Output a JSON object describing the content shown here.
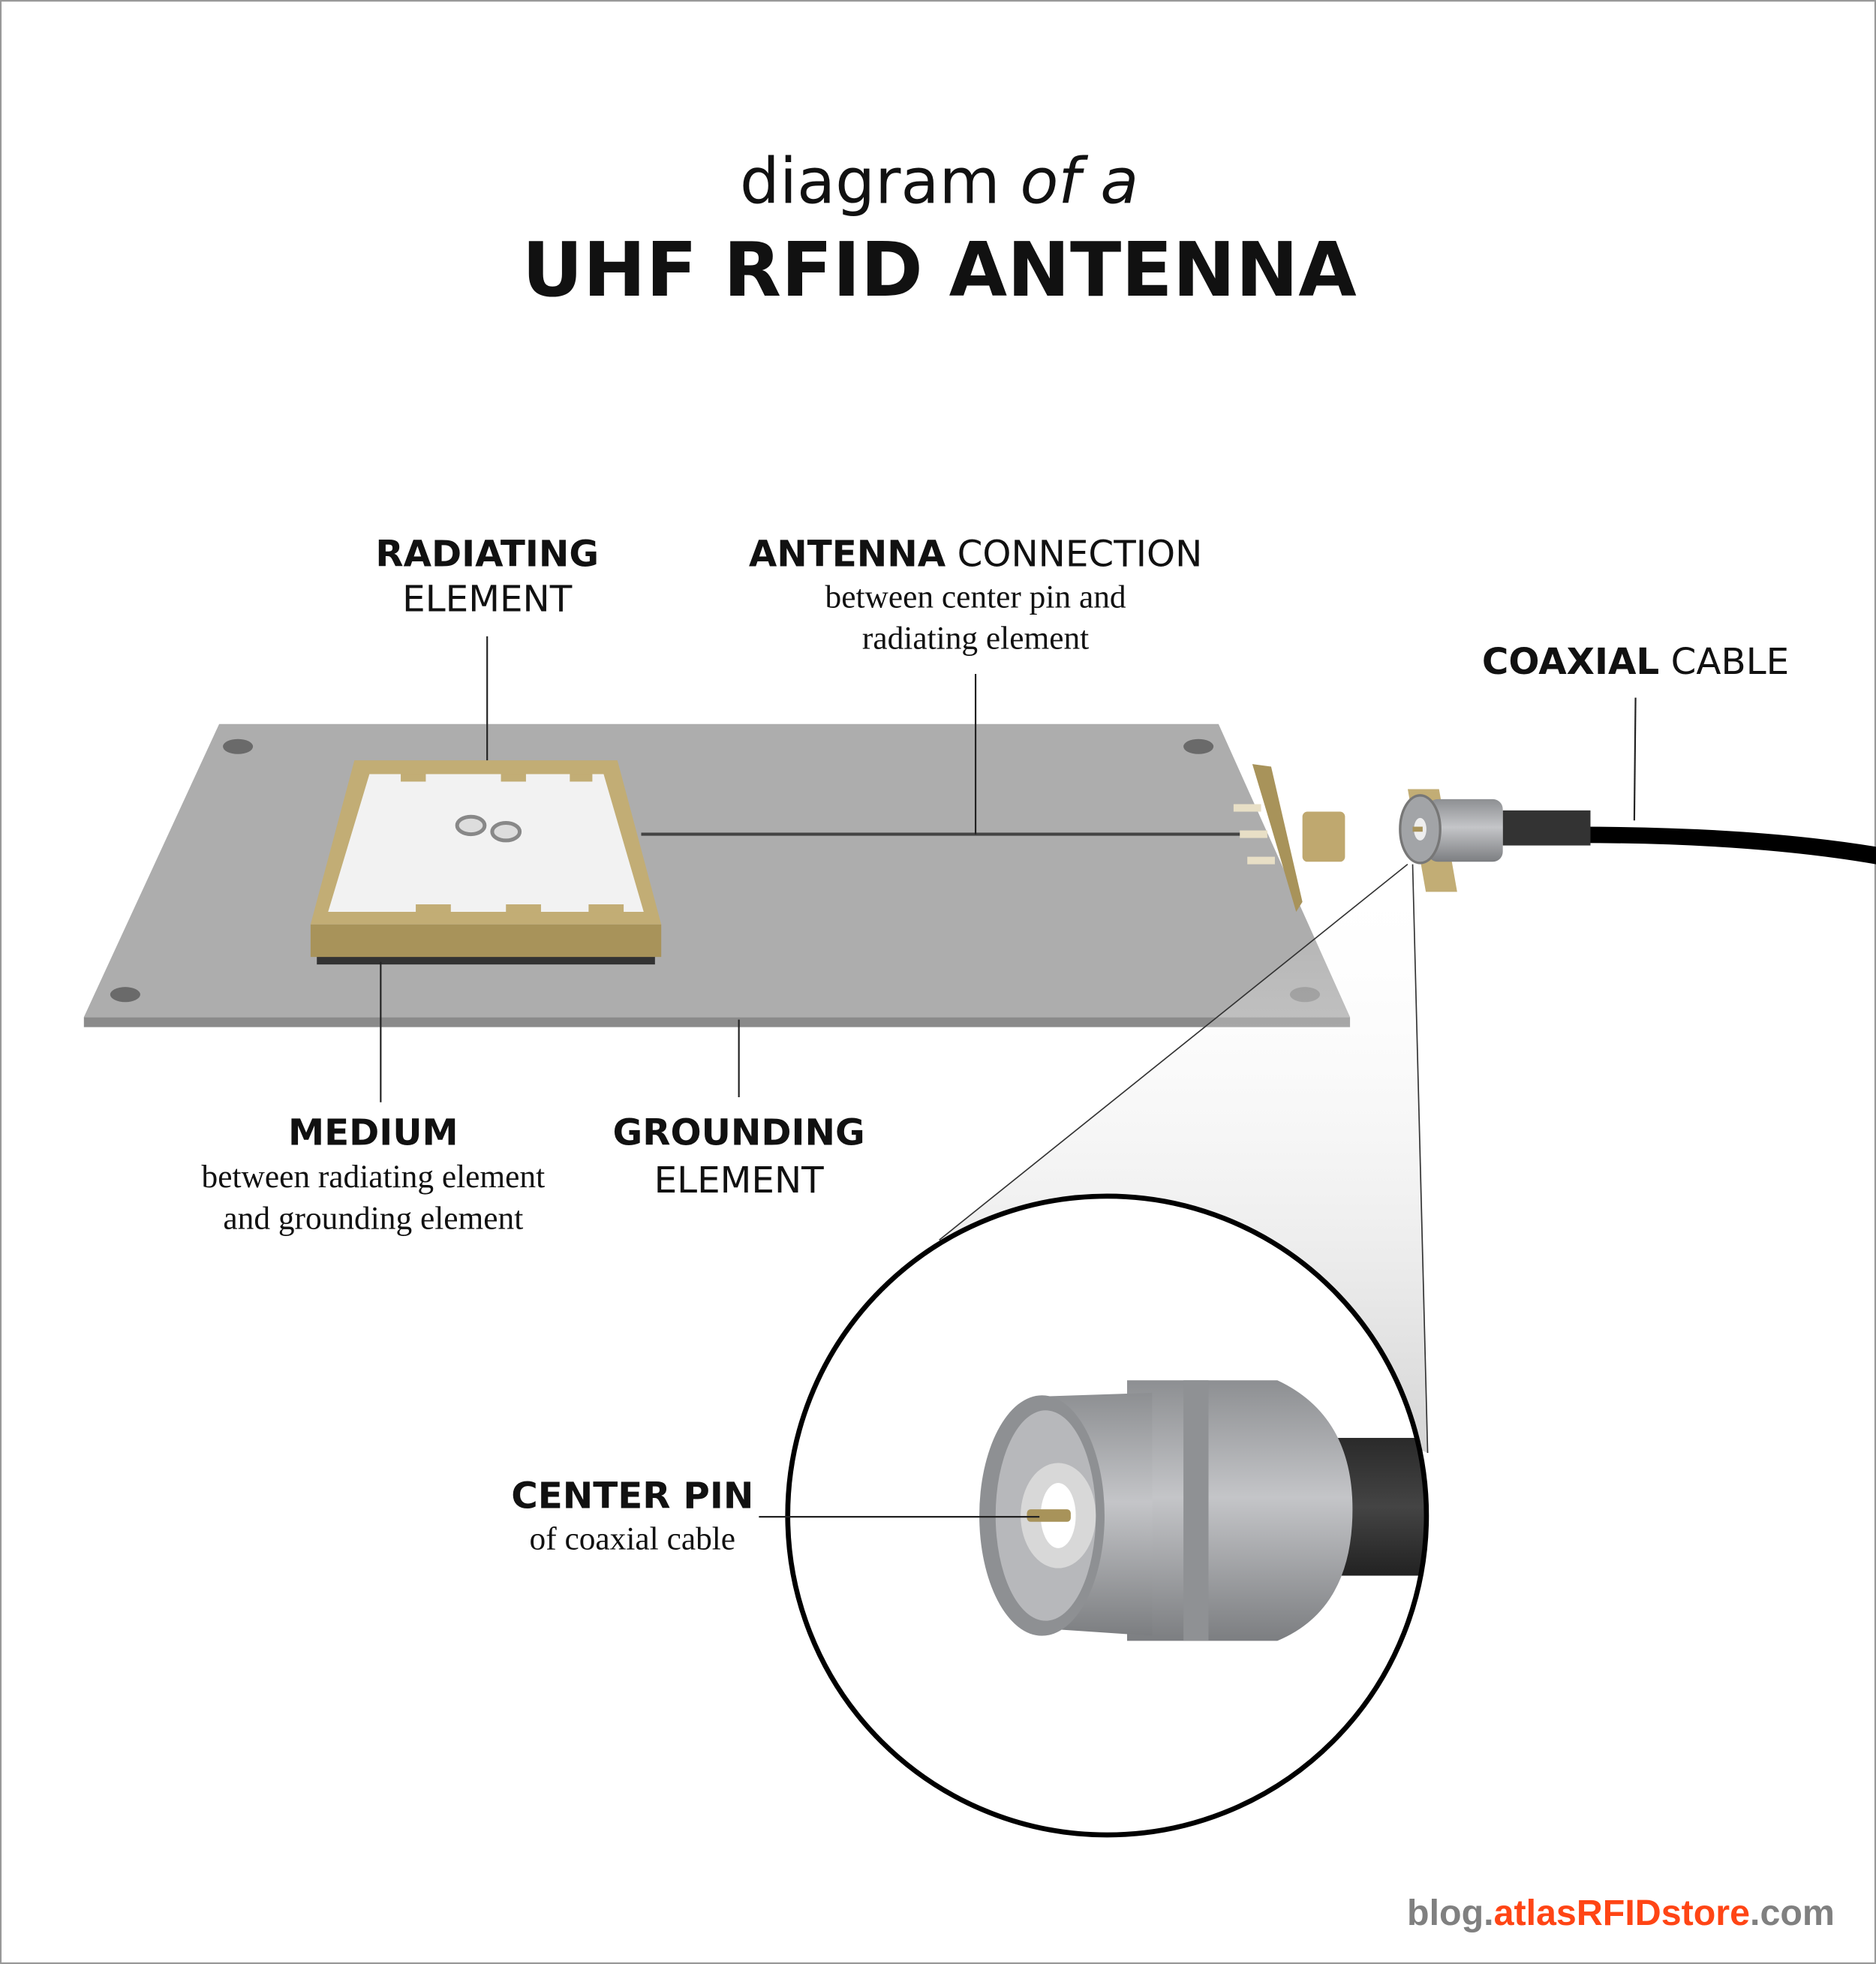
{
  "title": {
    "line1_main": "diagram",
    "line1_italic": "of a",
    "line2": "UHF RFID ANTENNA"
  },
  "labels": {
    "radiating": {
      "bold": "RADIATING",
      "regular": "ELEMENT"
    },
    "antenna_connection": {
      "bold": "ANTENNA",
      "regular": "CONNECTION",
      "desc1": "between center pin and",
      "desc2": "radiating element"
    },
    "coaxial": {
      "bold": "COAXIAL",
      "regular": "CABLE"
    },
    "medium": {
      "bold": "MEDIUM",
      "desc1": "between radiating element",
      "desc2": "and grounding element"
    },
    "grounding": {
      "bold": "GROUNDING",
      "regular": "ELEMENT"
    },
    "center_pin": {
      "bold": "CENTER PIN",
      "desc": "of coaxial cable"
    }
  },
  "footer": {
    "prefix": "blog.",
    "brand": "atlasRFIDstore",
    "suffix": ".com"
  },
  "colors": {
    "brand": "#ff4515",
    "gray_text": "#808080",
    "board": "#adadad",
    "gold": "#c2ad75",
    "cable": "#000000"
  }
}
